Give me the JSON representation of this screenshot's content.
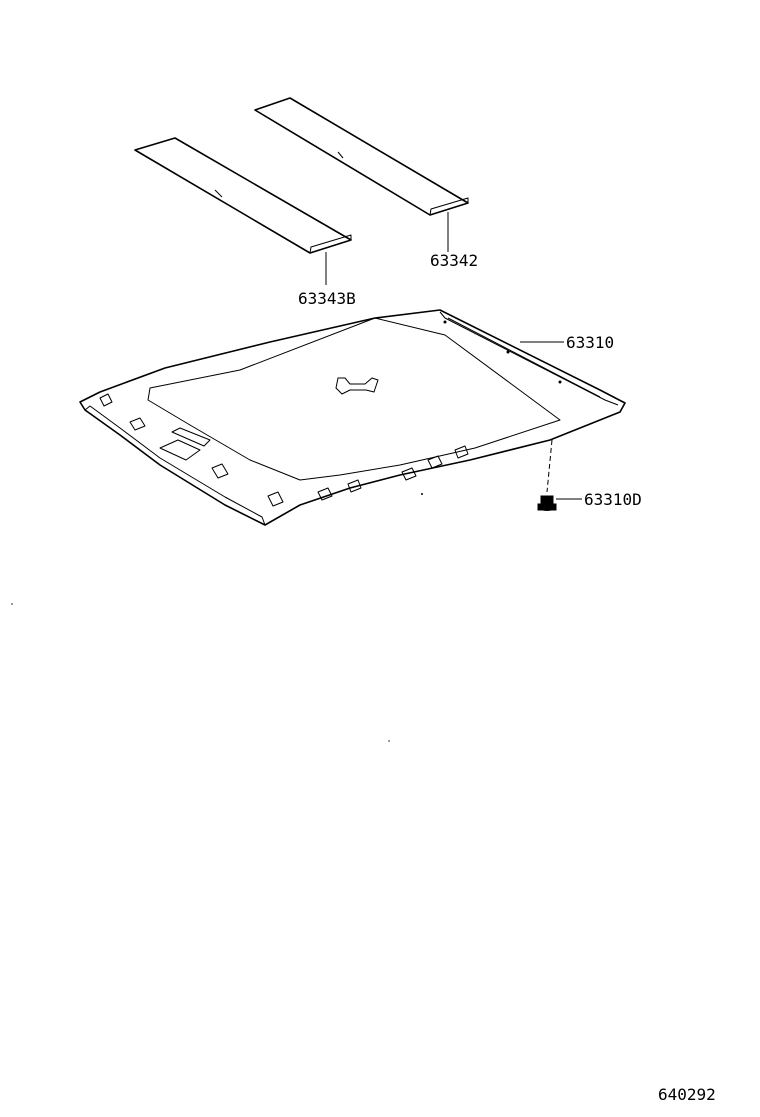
{
  "callouts": {
    "pad_rear": "63342",
    "pad_front": "63343B",
    "headliner": "63310",
    "clip": "63310D"
  },
  "diagram_code": "640292",
  "colors": {
    "ink": "#000000",
    "paper": "#ffffff"
  }
}
